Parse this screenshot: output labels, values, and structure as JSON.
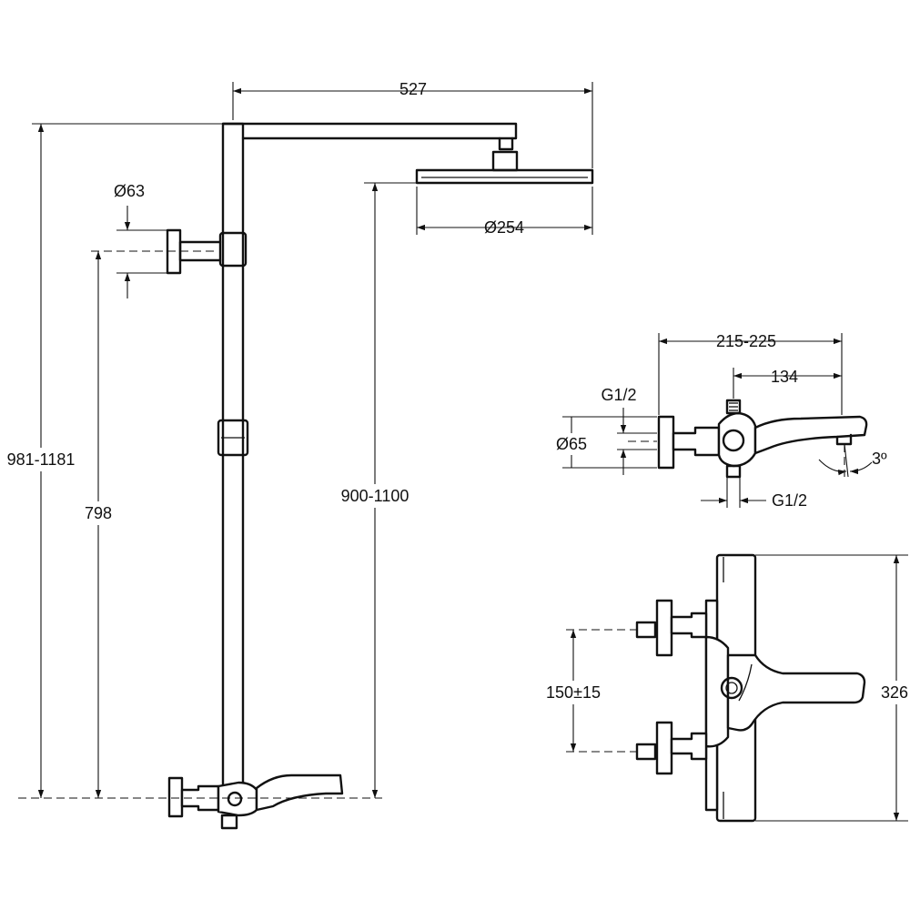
{
  "drawing": {
    "dimensions": {
      "arm_length": "527",
      "head_diameter": "Ø254",
      "wall_plate_diameter": "Ø63",
      "total_height": "981-1181",
      "bracket_height": "798",
      "head_height": "900-1100",
      "mixer_width": "215-225",
      "spout_length": "134",
      "inlet_thread_top": "G1/2",
      "flange_diameter": "Ø65",
      "spout_angle": "3º",
      "outlet_thread_bottom": "G1/2",
      "inlet_spacing": "150±15",
      "mixer_height": "326"
    }
  }
}
